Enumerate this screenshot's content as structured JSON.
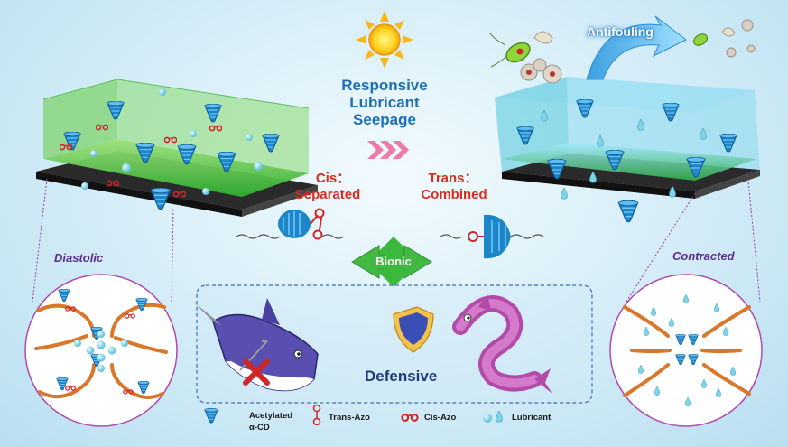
{
  "title_lines": [
    "Responsive",
    "Lubricant",
    "Seepage"
  ],
  "cis_label": "Cis：",
  "cis_sub": "Separated",
  "trans_label": "Trans：",
  "trans_sub": "Combined",
  "left_state": "Diastolic",
  "right_state": "Contracted",
  "bionic": "Bionic",
  "defensive": "Defensive",
  "antifouling": "Antifouling",
  "legend": {
    "cd": "Acetylated",
    "cd2": "α-CD",
    "trans": "Trans-Azo",
    "cis": "Cis-Azo",
    "lubricant": "Lubricant"
  },
  "colors": {
    "gel_green": "#3dbb3d",
    "cd_blue": "#1c86c9",
    "azo_red": "#d0262a",
    "lubricant": "#7fd3e6",
    "orange": "#d9772b",
    "title_blue": "#1f6fb5"
  }
}
